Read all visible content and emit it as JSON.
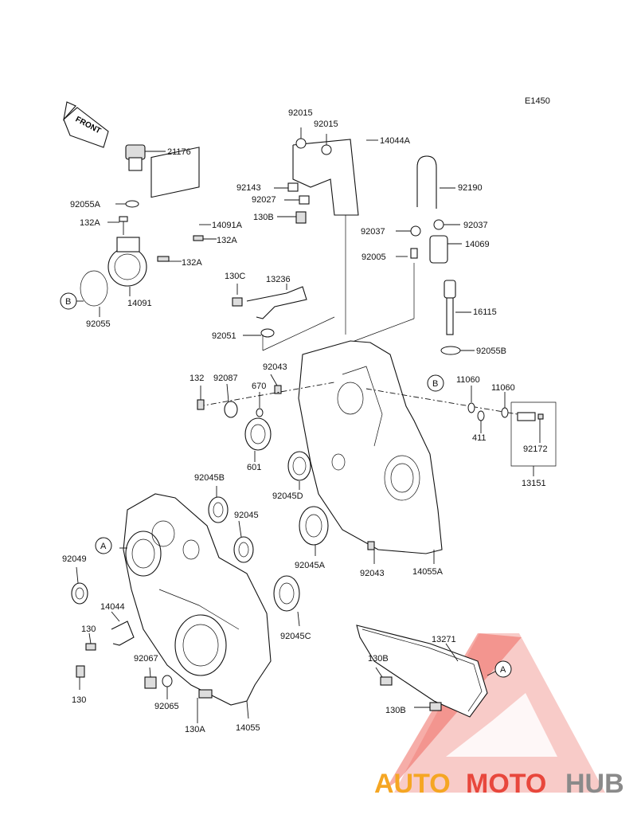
{
  "diagram_code": "E1450",
  "front_label": "FRONT",
  "callouts": {
    "a": "A",
    "b": "B"
  },
  "watermark": {
    "brand_text": [
      "AUTO",
      "MOTO",
      "HUB"
    ],
    "colors": {
      "red": "#e8473c",
      "orange": "#f5a623",
      "gray": "#8a8a8a"
    }
  },
  "parts": {
    "p21176": "21176",
    "p92055A": "92055A",
    "p132A_1": "132A",
    "p14091A": "14091A",
    "p132A_2": "132A",
    "p132A_3": "132A",
    "p14091": "14091",
    "p92055": "92055",
    "p92015_1": "92015",
    "p92015_2": "92015",
    "p14044A": "14044A",
    "p92143": "92143",
    "p92027": "92027",
    "p130B_1": "130B",
    "p92190": "92190",
    "p92037_1": "92037",
    "p92037_2": "92037",
    "p14069": "14069",
    "p92005": "92005",
    "p130C": "130C",
    "p13236": "13236",
    "p16115": "16115",
    "p92051": "92051",
    "p92055B": "92055B",
    "p92043_1": "92043",
    "p132": "132",
    "p92087": "92087",
    "p670": "670",
    "p11060_1": "11060",
    "p11060_2": "11060",
    "p601": "601",
    "p411": "411",
    "p92172": "92172",
    "p13151": "13151",
    "p92045B": "92045B",
    "p92045D": "92045D",
    "p92045": "92045",
    "p92049": "92049",
    "p92045A": "92045A",
    "p92043_2": "92043",
    "p14055A": "14055A",
    "p14044": "14044",
    "p130_1": "130",
    "p92045C": "92045C",
    "p13271": "13271",
    "p92067": "92067",
    "p130B_2": "130B",
    "p130": "130",
    "p92065": "92065",
    "p130A": "130A",
    "p14055": "14055",
    "p130B_3": "130B"
  }
}
